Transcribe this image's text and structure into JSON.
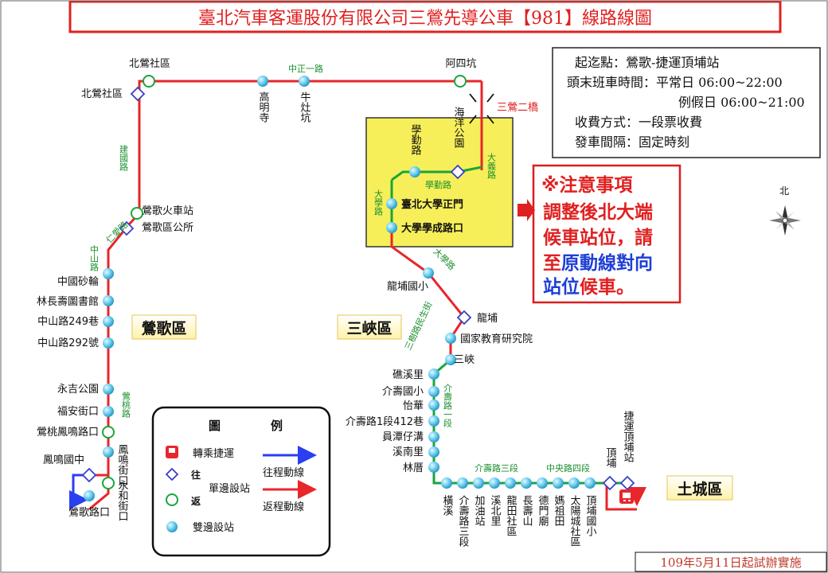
{
  "title": "臺北汽車客運股份有限公司三鶯先導公車【981】線路線圖",
  "info": {
    "line1": "起迄點：鶯歌-捷運頂埔站",
    "line2": "頭末班車時間：平常日 06:00~22:00",
    "line3": "例假日 06:00~21:00",
    "line4": "收費方式：一段票收費",
    "line5": "發車間隔：固定時刻"
  },
  "notice": {
    "head": "※注意事項",
    "l1": "調整後北大端",
    "l2": "候車站位，請",
    "l3a": "至",
    "l3b": "原動線對向",
    "l4a": "站位",
    "l4b": "候車",
    "l4c": "。"
  },
  "districts": {
    "yingge": "鶯歌區",
    "sanxia": "三峽區",
    "tucheng": "土城區"
  },
  "compass": "北",
  "bridge": "三鶯二橋",
  "date_note": "109年5月11日起試辦實施",
  "roads": {
    "zhongzheng1": "中正一路",
    "jianguo": "建國路",
    "renai": "仁愛路",
    "zhongshan": "中山路",
    "yingtao": "鶯桃路",
    "xueqin": "學勤路",
    "daxue": "大學路",
    "dayi": "大義路",
    "daxue2": "大學路",
    "sanshu": "三樹路民生街",
    "jieshou1": "介壽路一段",
    "jieshou3": "介壽路三段",
    "zhongyang4": "中央路四段"
  },
  "stops": {
    "beiying_top": "北鶯社區",
    "beiying_left": "北鶯社區",
    "gaomingsi": "高明寺",
    "niuzaokeng": "牛灶坑",
    "asikeng": "阿四坑",
    "haiyang": "海洋公園",
    "xueqinlu": "學勤路",
    "ntpu_gate": "臺北大學正門",
    "ntpu_xuecheng": "大學學成路口",
    "yingge_station": "鶯歌火車站",
    "yingge_office": "鶯歌區公所",
    "zhongguo_sha": "中國砂輪",
    "lin_library": "林長壽圖書館",
    "zhongshan249": "中山路249巷",
    "zhongshan292": "中山路292號",
    "yongji": "永吉公園",
    "fuan": "福安街口",
    "yingtaofengming": "鶯桃鳳鳴路口",
    "fengming_jie": "鳳鳴街口",
    "fengming_school": "鳳鳴國中",
    "yonghe": "永和街口",
    "yinggelu": "鶯歌路口",
    "longpu_school": "龍埔國小",
    "longpu": "龍埔",
    "ncer": "國家教育研究院",
    "sanxia": "三峽",
    "qixi": "礁溪里",
    "jieshou_school": "介壽國小",
    "yihua": "怡華",
    "jieshou412": "介壽路1段412巷",
    "yuantan": "員潭仔溝",
    "xinan": "溪南里",
    "lincuo": "林厝",
    "hengxi": "橫溪",
    "jieshou3": "介壽路三段",
    "jiayou": "加油站",
    "xibei": "溪北里",
    "longtian": "龍田社區",
    "changshou": "長壽山",
    "demen": "德門廟",
    "mazu": "媽祖田",
    "taiyang": "太陽城社區",
    "dingpu_school": "頂埔國小",
    "dingpu": "頂埔",
    "mrt_dingpu": "捷運頂埔站"
  },
  "legend": {
    "title_a": "圖",
    "title_b": "例",
    "mrt": "轉乘捷運",
    "wang": "往",
    "fan": "返",
    "single": "單邊設站",
    "double": "雙邊設站",
    "outbound": "往程動線",
    "return": "返程動線"
  },
  "colors": {
    "route_red": "#e8262b",
    "route_green": "#1aa53a",
    "stop_blue": "#5bc6ea",
    "nuda_yellow": "#f7ef5a",
    "notice_blue": "#1f3fd6",
    "title_red": "#e02020",
    "outbound_blue": "#2a3ff0"
  }
}
